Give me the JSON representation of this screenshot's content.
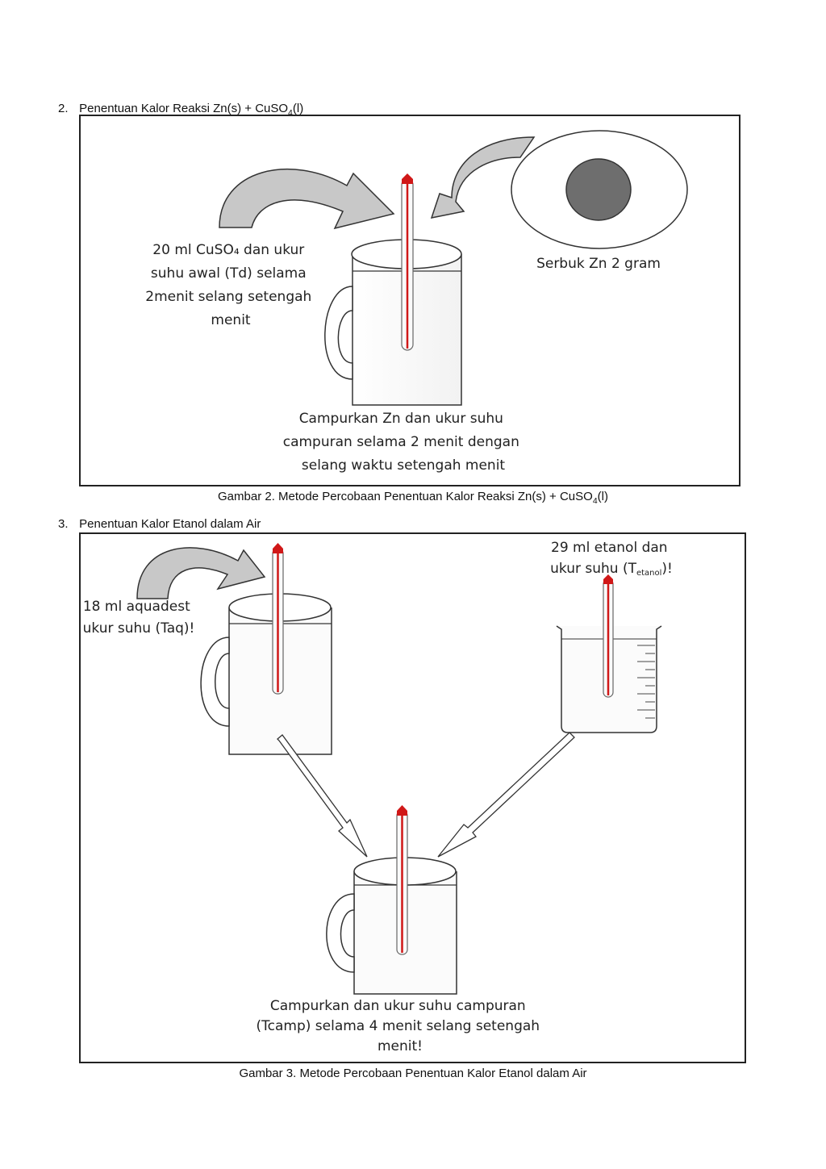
{
  "section2": {
    "number": "2.",
    "title_main": "Penentuan Kalor Reaksi Zn(s) + CuSO",
    "title_sub": "4",
    "title_tail": "(l)",
    "label_cuso4": [
      "20 ml CuSO₄ dan ukur",
      "suhu awal (Td) selama",
      "2menit selang setengah",
      "menit"
    ],
    "label_zn": "Serbuk Zn 2 gram",
    "label_mix": [
      "Campurkan Zn dan ukur suhu",
      "campuran selama 2 menit dengan",
      "selang waktu setengah menit"
    ],
    "caption_main": "Gambar 2. Metode Percobaan Penentuan Kalor Reaksi Zn(s) + CuSO",
    "caption_sub": "4",
    "caption_tail": "(l)"
  },
  "section3": {
    "number": "3.",
    "title": "Penentuan Kalor Etanol dalam Air",
    "label_water": [
      "18 ml aquadest",
      "ukur suhu (Taq)!"
    ],
    "label_ethanol_line1": "29 ml etanol dan",
    "label_ethanol_line2_main": "ukur suhu (T",
    "label_ethanol_line2_sub": "etanol",
    "label_ethanol_line2_tail": ")!",
    "label_mix": [
      "Campurkan dan ukur suhu campuran",
      "(Tcamp) selama 4 menit selang setengah",
      "menit!"
    ],
    "caption": "Gambar 3. Metode Percobaan Penentuan Kalor Etanol dalam Air"
  },
  "colors": {
    "arrow_fill": "#c8c8c8",
    "zn_powder": "#6e6e6e",
    "thermo_red": "#d01818"
  }
}
